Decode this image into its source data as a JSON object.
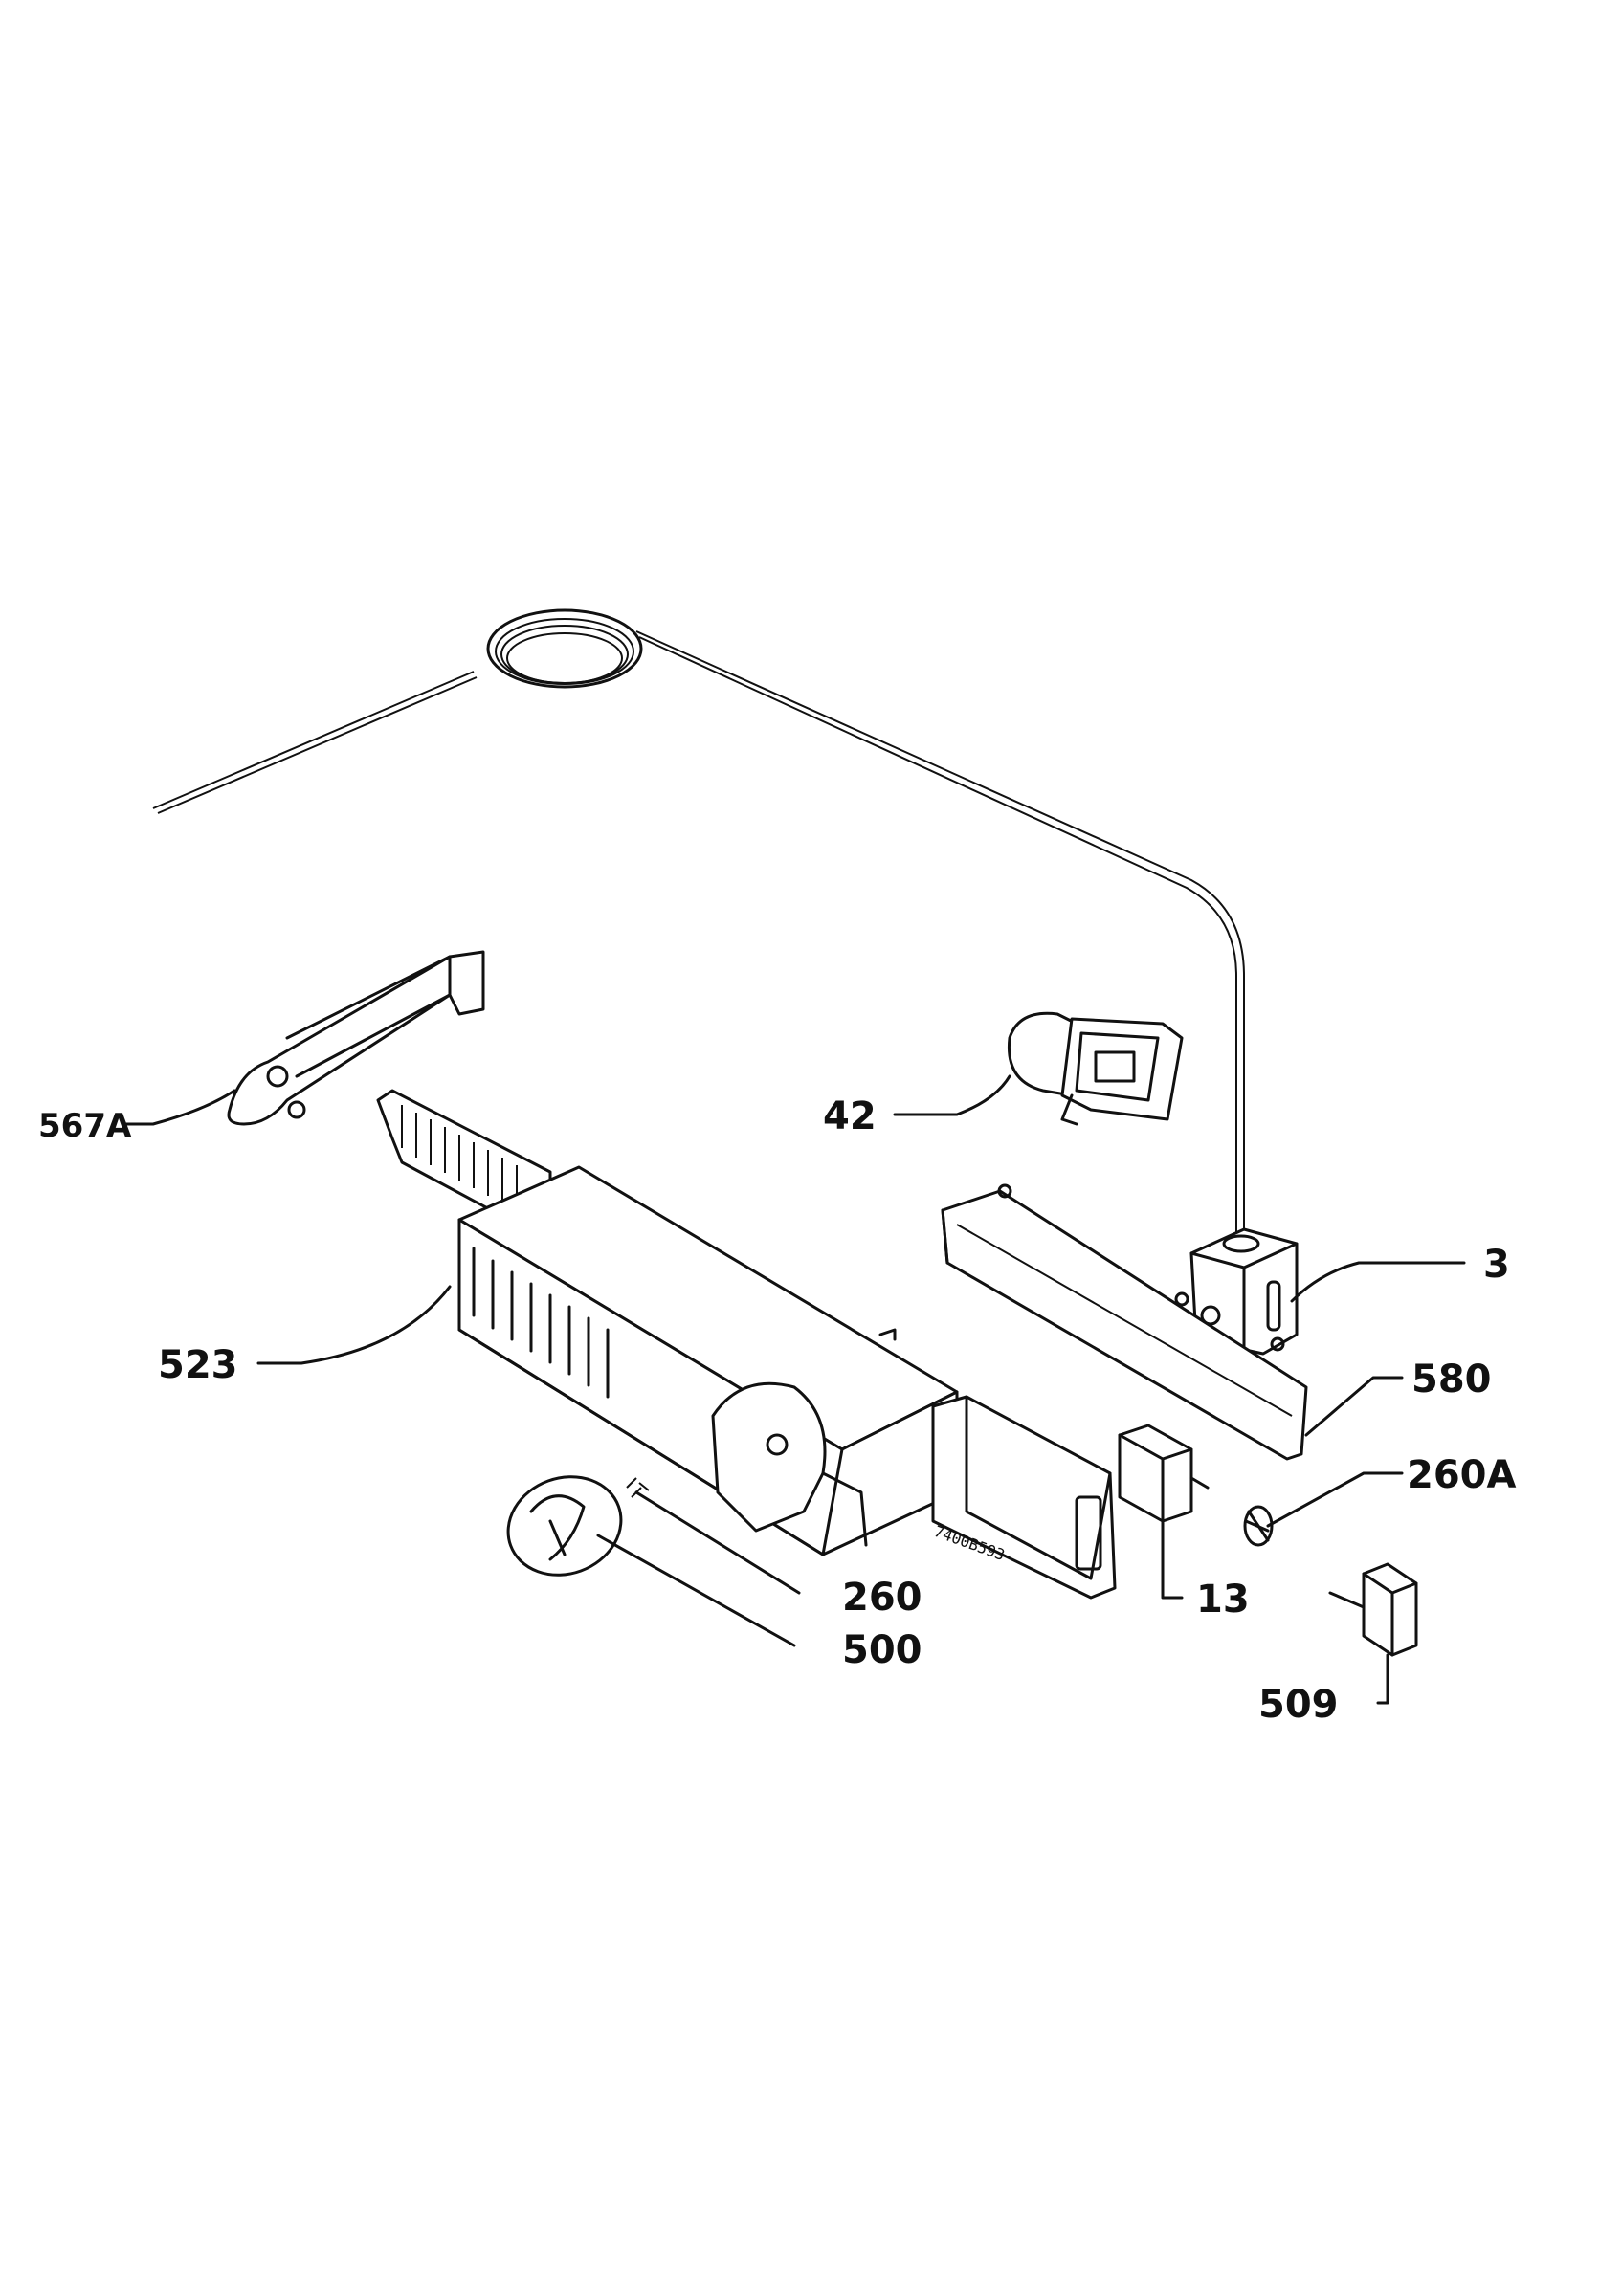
{
  "labels": {
    "p567A": "567A",
    "p42": "42",
    "p3": "3",
    "p523": "523",
    "p580": "580",
    "p260A": "260A",
    "p260": "260",
    "p500": "500",
    "p13": "13",
    "p509": "509"
  },
  "part_marking": "7400B593"
}
